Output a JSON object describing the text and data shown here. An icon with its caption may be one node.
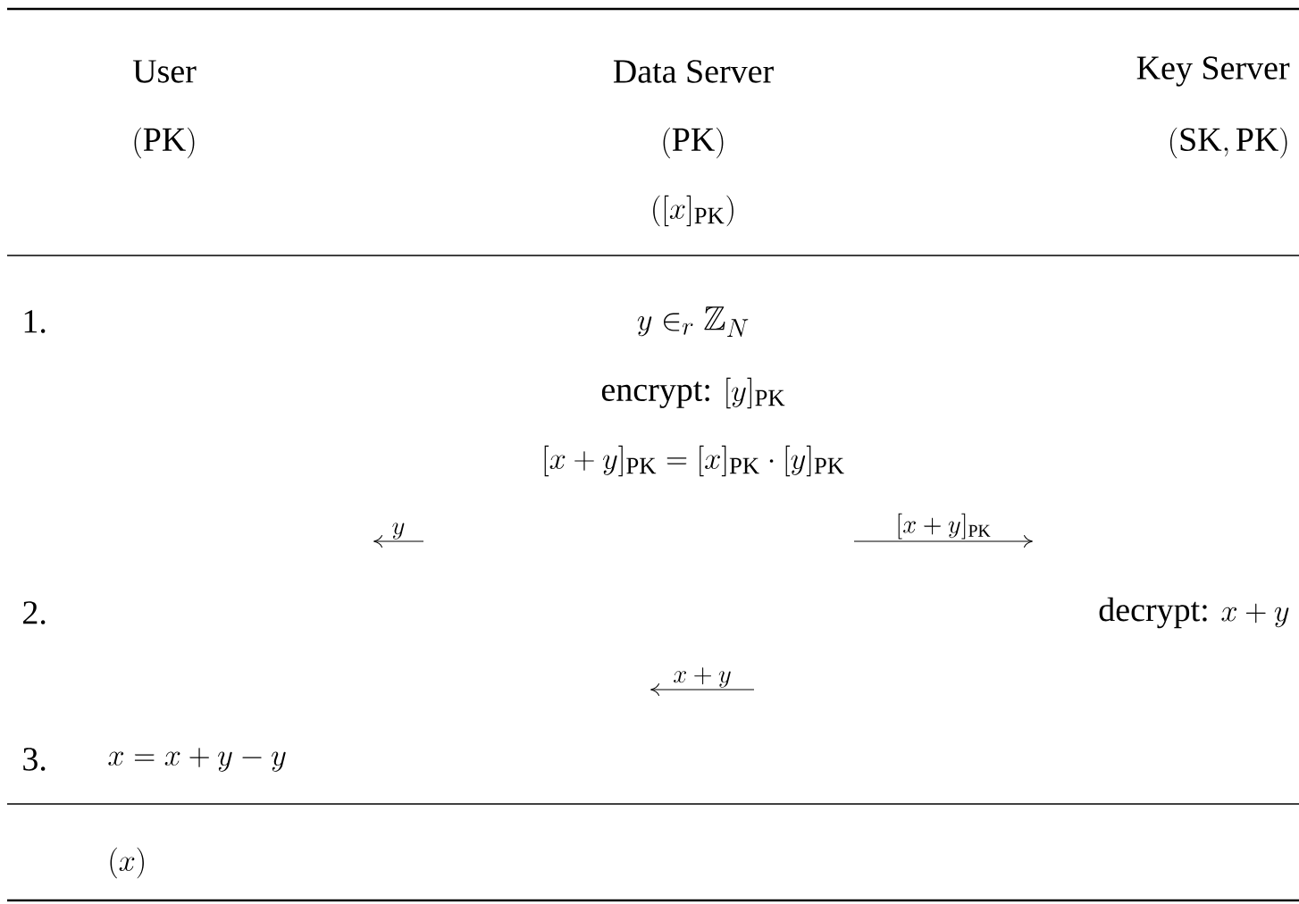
{
  "diagram": {
    "labels": [
      "User",
      "Data Server",
      "Key Server",
      "(\\mathrm{PK})",
      "(\\mathrm{PK})",
      "(\\mathrm{SK}, \\mathrm{PK})",
      "([x]_{\\mathrm{PK}})",
      "1.",
      "y \\in_r \\mathbb{Z}_N",
      "\\text{encrypt: } [y]_{\\mathrm{PK}}",
      "[x+y]_{\\mathrm{PK}} = [x]_{\\mathrm{PK}} \\cdot [y]_{\\mathrm{PK}}",
      "y",
      "[x+y]_{\\mathrm{PK}}",
      "2.",
      "\\text{decrypt: } x+y",
      "x+y",
      "3.",
      "x = x+y-y",
      "(x)"
    ]
  }
}
